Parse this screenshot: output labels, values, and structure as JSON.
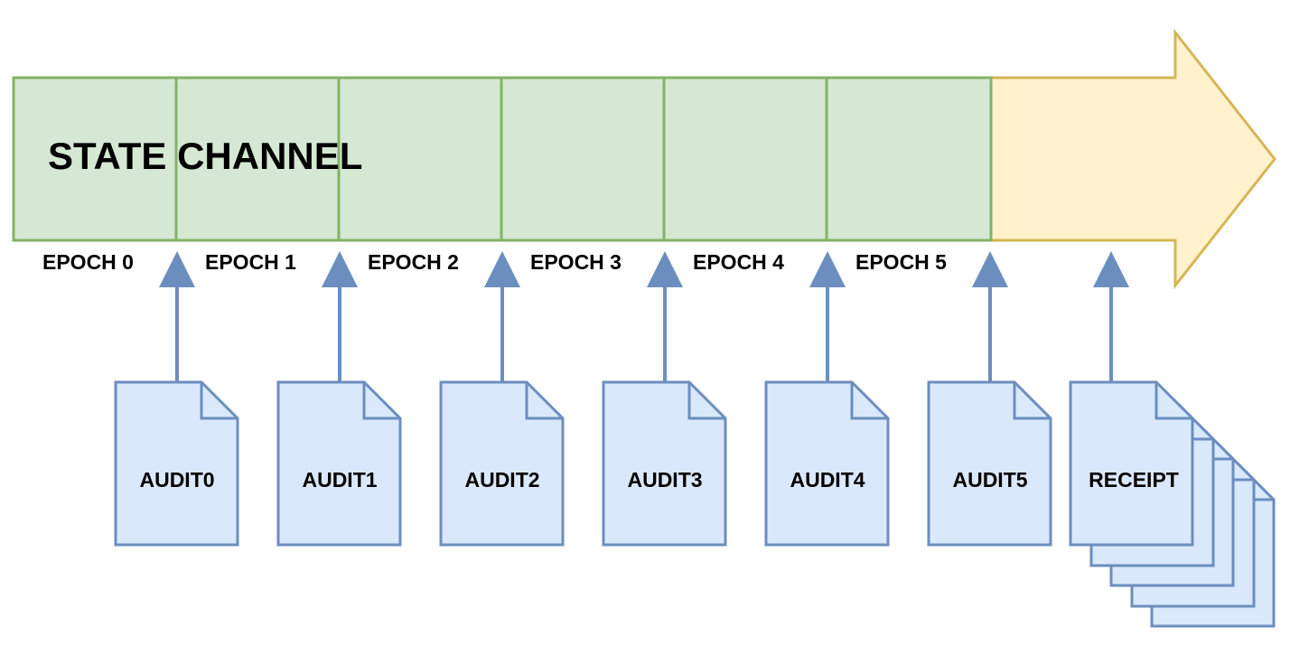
{
  "title": "STATE CHANNEL",
  "epochs": [
    "EPOCH 0",
    "EPOCH 1",
    "EPOCH 2",
    "EPOCH 3",
    "EPOCH 4",
    "EPOCH 5"
  ],
  "audits": [
    "AUDIT0",
    "AUDIT1",
    "AUDIT2",
    "AUDIT3",
    "AUDIT4",
    "AUDIT5"
  ],
  "receipt": "RECEIPT",
  "colors": {
    "channel_fill": "#d5e8d4",
    "channel_stroke": "#82b366",
    "future_fill": "#fff2cc",
    "future_stroke": "#d6b656",
    "doc_fill": "#dae8fc",
    "doc_stroke": "#6c8ebf"
  }
}
